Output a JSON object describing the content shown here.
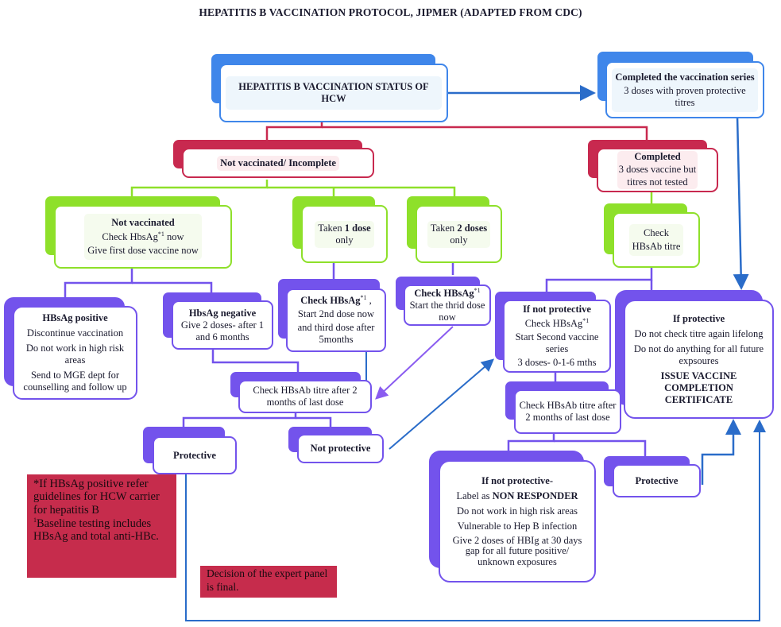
{
  "title": "HEPATITIS B VACCINATION PROTOCOL, JIPMER (ADAPTED FROM CDC)",
  "colors": {
    "blue": "#3f86ea",
    "red": "#c8294f",
    "green": "#8ee02a",
    "purple": "#7353ec",
    "arrow_blue": "#2a6cc9",
    "note_red": "#c62c4c"
  },
  "nodes": {
    "status": {
      "text": "HEPATITIS B VACCINATION STATUS OF HCW"
    },
    "completed_series": {
      "heading": "Completed the vaccination series",
      "body": "3 doses with proven protective titres"
    },
    "not_vaccinated_incomplete": {
      "text": "Not vaccinated/ Incomplete"
    },
    "completed_not_tested": {
      "heading": "Completed",
      "line1": "3 doses  vaccine but",
      "line2": "titres not tested"
    },
    "not_vaccinated": {
      "heading": "Not vaccinated",
      "line1": "Check HbsAg",
      "line1_sup": "*1",
      "line1_end": " now",
      "line2": "Give first dose vaccine now"
    },
    "taken_1": {
      "pre": "Taken ",
      "bold": "1 dose",
      "post": "only"
    },
    "taken_2": {
      "pre": "Taken ",
      "bold": "2 doses",
      "post": "only"
    },
    "check_hbsab": {
      "line1": "Check",
      "line2": "HBsAb titre"
    },
    "hbsag_positive": {
      "heading": "HBsAg positive",
      "line1": "Discontinue vaccination",
      "line2": "Do not work in high risk areas",
      "line3": "Send to MGE dept for counselling and follow up"
    },
    "hbsag_negative": {
      "heading": "HbsAg negative",
      "body": "Give 2 doses- after 1 and 6 months"
    },
    "check_after_1": {
      "heading": "Check HBsAg",
      "sup": "*1",
      "comma": " ,",
      "line1": "Start 2nd dose now",
      "line2": "and third dose after 5months"
    },
    "check_after_2": {
      "heading": "Check HBsAg",
      "sup": "*1",
      "body": "Start the thrid dose now"
    },
    "if_not_protective": {
      "heading": "If not protective",
      "line1": "Check HBsAg",
      "line1_sup": "*1",
      "line2": "Start Second vaccine series",
      "line3": "3 doses- 0-1-6 mths"
    },
    "if_protective": {
      "heading": "If protective",
      "line1": "Do not check titre again lifelong",
      "line2": "Do not do anything  for all future expsoures",
      "line3": "ISSUE VACCINE COMPLETION CERTIFICATE"
    },
    "check_titre_2m": {
      "text": "Check HBsAb titre after 2 months of last dose"
    },
    "check_titre_2m_right": {
      "text": "Check HBsAb  titre after 2 months of last dose"
    },
    "protective_left": {
      "text": "Protective"
    },
    "not_protective": {
      "text": "Not protective"
    },
    "non_responder": {
      "heading": "If not protective-",
      "line1_pre": "Label as ",
      "line1_bold": "NON RESPONDER",
      "line2": "Do not work in high risk areas",
      "line3": "Vulnerable to Hep B infection",
      "line4": "Give 2 doses of HBIg at 30 days gap for all future positive/ unknown exposures"
    },
    "protective_right": {
      "text": "Protective"
    }
  },
  "notes": {
    "footnote_1": "*If HBsAg positive refer guidelines for HCW carrier for  hepatitis B",
    "footnote_2_sup": "1",
    "footnote_2": "Baseline testing includes HBsAg and total anti-HBc.",
    "expert_panel": "Decision of the expert panel is final."
  }
}
